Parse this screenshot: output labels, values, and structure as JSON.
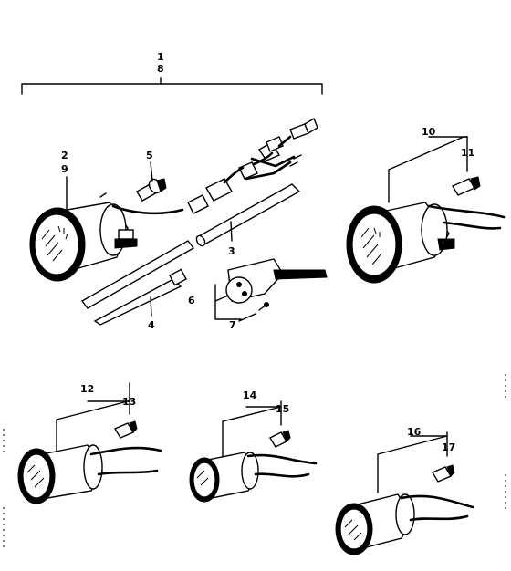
{
  "diagram": {
    "callouts": {
      "c1": "1",
      "c8": "8",
      "c2": "2",
      "c9": "9",
      "c3": "3",
      "c4": "4",
      "c5": "5",
      "c6": "6",
      "c7": "7",
      "c10": "10",
      "c11": "11",
      "c12": "12",
      "c13": "13",
      "c14": "14",
      "c15": "15",
      "c16": "16",
      "c17": "17"
    }
  }
}
